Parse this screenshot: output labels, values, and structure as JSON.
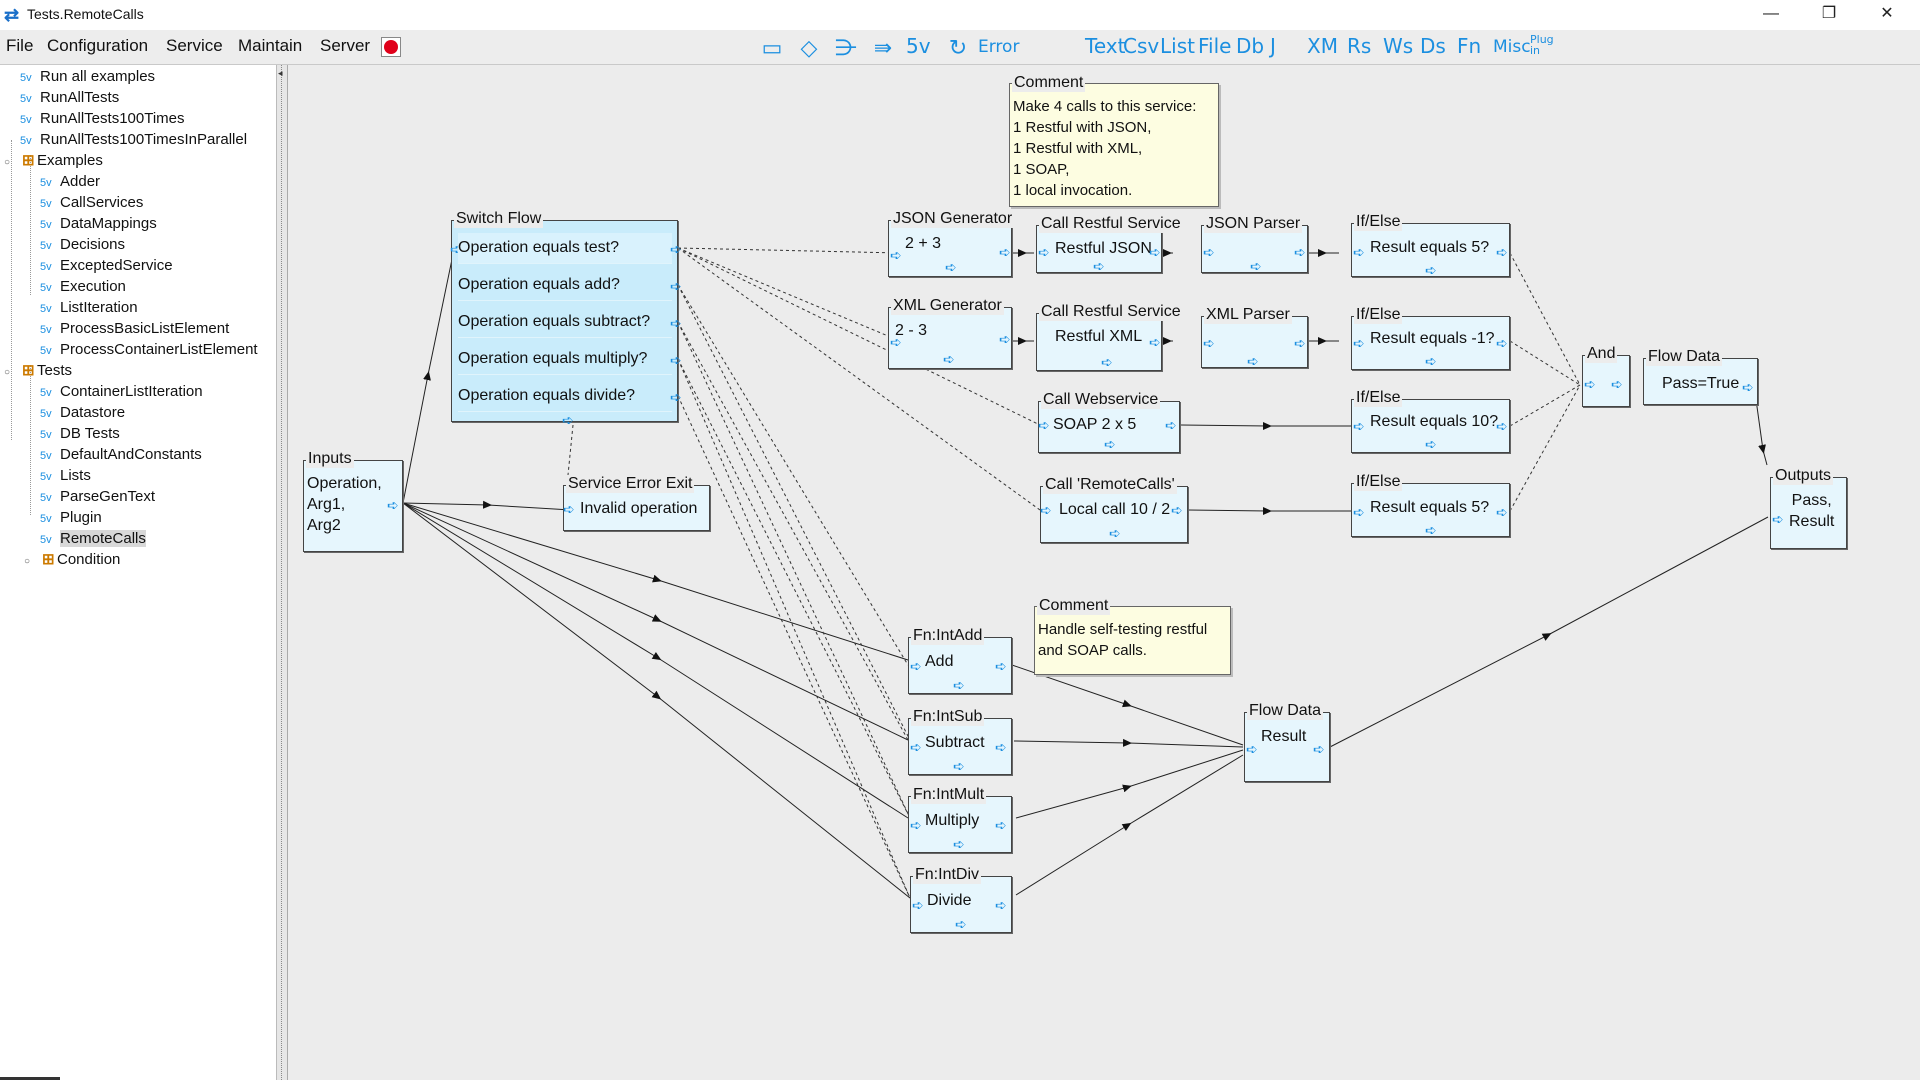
{
  "window": {
    "title": "Tests.RemoteCalls",
    "min": "—",
    "max": "❐",
    "close": "✕"
  },
  "menu": {
    "file": "File",
    "configuration": "Configuration",
    "service": "Service",
    "maintain": "Maintain",
    "server": "Server"
  },
  "toolbar": {
    "sv": "5v",
    "error": "Error",
    "text": "Text",
    "csv": "Csv",
    "list": "List",
    "file": "File",
    "db": "Db",
    "json": "J",
    "xml": "XM",
    "rs": "Rs",
    "ws": "Ws",
    "ds": "Ds",
    "fn": "Fn",
    "misc": "Misc",
    "plugin": "Plug in"
  },
  "tree": {
    "sv_badge": "5v",
    "top": [
      "Run all examples",
      "RunAllTests",
      "RunAllTests100Times",
      "RunAllTests100TimesInParallel"
    ],
    "examples_label": "Examples",
    "examples": [
      "Adder",
      "CallServices",
      "DataMappings",
      "Decisions",
      "ExceptedService",
      "Execution",
      "ListIteration",
      "ProcessBasicListElement",
      "ProcessContainerListElement"
    ],
    "tests_label": "Tests",
    "tests": [
      "ContainerListIteration",
      "Datastore",
      "DB Tests",
      "DefaultAndConstants",
      "Lists",
      "ParseGenText",
      "Plugin",
      "RemoteCalls"
    ],
    "condition_label": "Condition"
  },
  "flow": {
    "comment1": {
      "title": "Comment",
      "lines": [
        "Make 4 calls to this service:",
        "1 Restful with JSON,",
        "1 Restful with XML,",
        "1 SOAP,",
        "1 local invocation."
      ]
    },
    "comment2": {
      "title": "Comment",
      "lines": [
        "Handle self-testing restful",
        "and SOAP calls."
      ]
    },
    "switch": {
      "title": "Switch Flow",
      "rows": [
        "Operation equals test?",
        "Operation equals add?",
        "Operation equals subtract?",
        "Operation equals multiply?",
        "Operation equals divide?"
      ]
    },
    "inputs": {
      "title": "Inputs",
      "lines": [
        "Operation,",
        "Arg1,",
        "Arg2"
      ]
    },
    "error_exit": {
      "title": "Service Error Exit",
      "body": "Invalid operation"
    },
    "json_gen": {
      "title": "JSON Generator",
      "body": "2 + 3"
    },
    "xml_gen": {
      "title": "XML Generator",
      "body": "2 - 3"
    },
    "rest_json": {
      "title": "Call Restful Service",
      "body": "Restful JSON"
    },
    "rest_xml": {
      "title": "Call Restful Service",
      "body": "Restful XML"
    },
    "json_parser": {
      "title": "JSON Parser",
      "body": ""
    },
    "xml_parser": {
      "title": "XML Parser",
      "body": ""
    },
    "webservice": {
      "title": "Call Webservice",
      "body": "SOAP 2 x 5"
    },
    "remote": {
      "title": "Call 'RemoteCalls'",
      "body": "Local call 10 / 2"
    },
    "if1": {
      "title": "If/Else",
      "body": "Result equals 5?"
    },
    "if2": {
      "title": "If/Else",
      "body": "Result equals -1?"
    },
    "if3": {
      "title": "If/Else",
      "body": "Result equals 10?"
    },
    "if4": {
      "title": "If/Else",
      "body": "Result equals 5?"
    },
    "and": {
      "title": "And"
    },
    "flowdata1": {
      "title": "Flow Data",
      "body": "Pass=True"
    },
    "outputs": {
      "title": "Outputs",
      "lines": [
        "Pass,",
        "Result"
      ]
    },
    "add": {
      "title": "Fn:IntAdd",
      "body": "Add"
    },
    "sub": {
      "title": "Fn:IntSub",
      "body": "Subtract"
    },
    "mult": {
      "title": "Fn:IntMult",
      "body": "Multiply"
    },
    "div": {
      "title": "Fn:IntDiv",
      "body": "Divide"
    },
    "flowdata2": {
      "title": "Flow Data",
      "body": "Result"
    }
  },
  "colors": {
    "accent": "#1c8fe0",
    "node_fill": "#e6f6fd",
    "switch_fill": "#c9ecfb",
    "comment_fill": "#fdfde1",
    "server_red": "#e0001a"
  }
}
